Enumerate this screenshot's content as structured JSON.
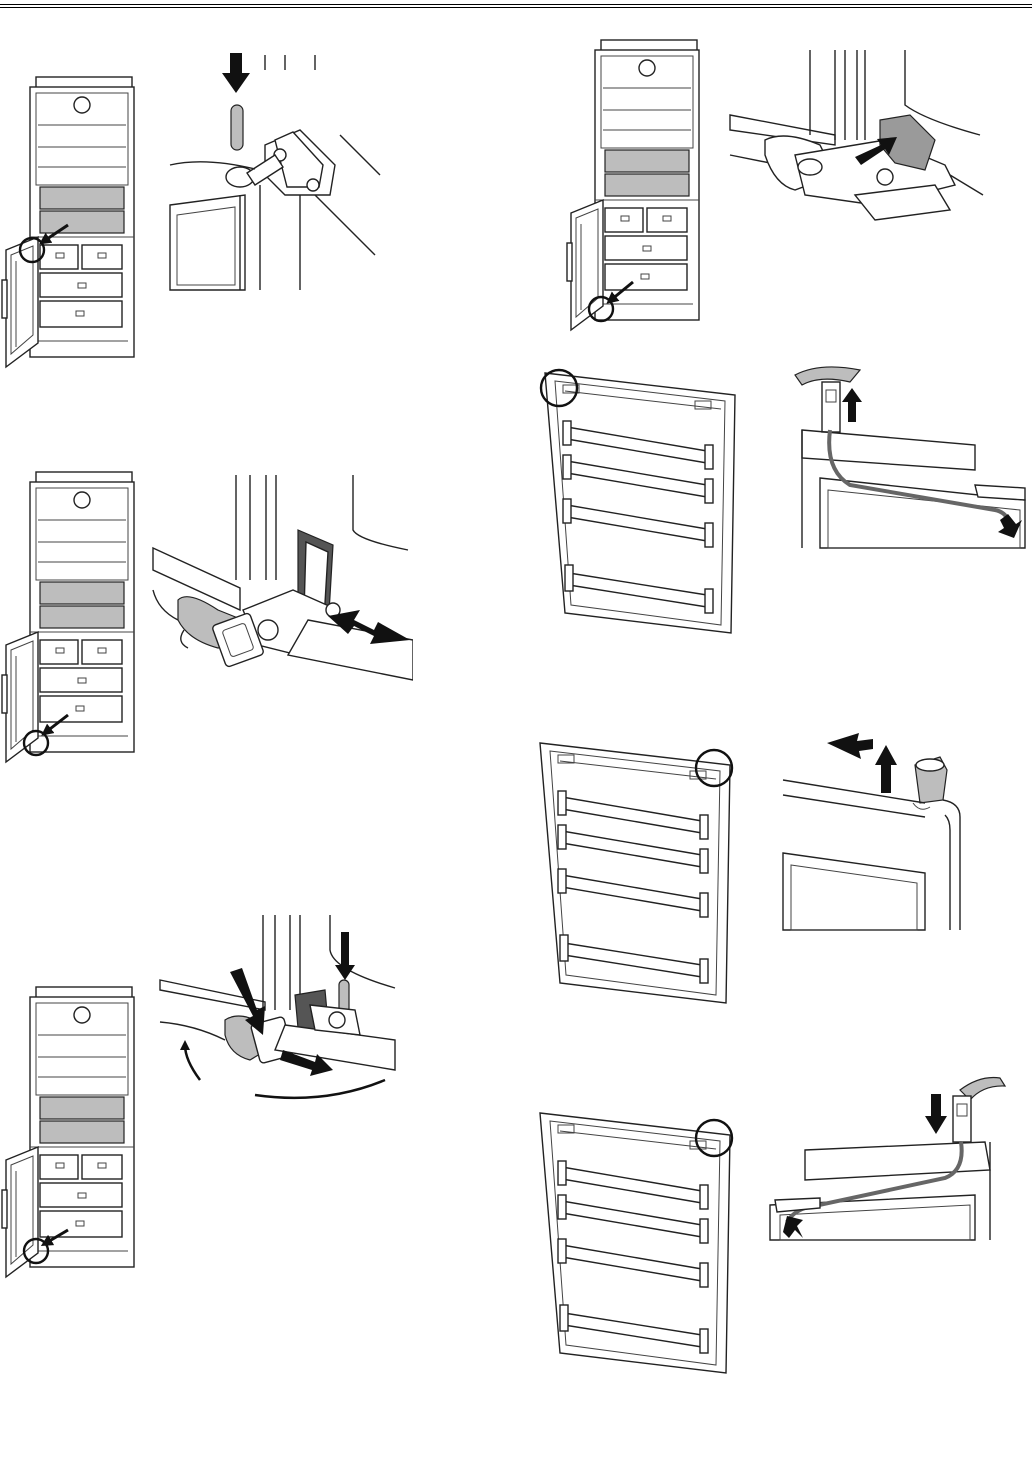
{
  "page": {
    "background": "#ffffff",
    "line_color": "#000000",
    "shade_color": "#9a9a9a"
  },
  "figures": [
    {
      "id": "fridge-lower-hinge",
      "icon": "fridge-icon"
    },
    {
      "id": "hinge-pin-removal",
      "icon": "hinge-pin-icon"
    },
    {
      "id": "fridge-bottom-hinge",
      "icon": "fridge-icon"
    },
    {
      "id": "hinge-bracket-slide",
      "icon": "hinge-bracket-icon"
    },
    {
      "id": "fridge-door-swing",
      "icon": "fridge-icon"
    },
    {
      "id": "hinge-swing-arc",
      "icon": "hinge-bracket-icon"
    },
    {
      "id": "fridge-cover-cap",
      "icon": "fridge-icon"
    },
    {
      "id": "hinge-cover-cap",
      "icon": "cover-cap-icon"
    },
    {
      "id": "door-top-left",
      "icon": "door-panel-icon"
    },
    {
      "id": "door-cable-left",
      "icon": "door-cable-icon"
    },
    {
      "id": "door-top-right",
      "icon": "door-panel-icon"
    },
    {
      "id": "door-cap-right",
      "icon": "cover-cap-icon"
    },
    {
      "id": "door-top-right-2",
      "icon": "door-panel-icon"
    },
    {
      "id": "door-cable-right",
      "icon": "door-cable-icon"
    }
  ]
}
